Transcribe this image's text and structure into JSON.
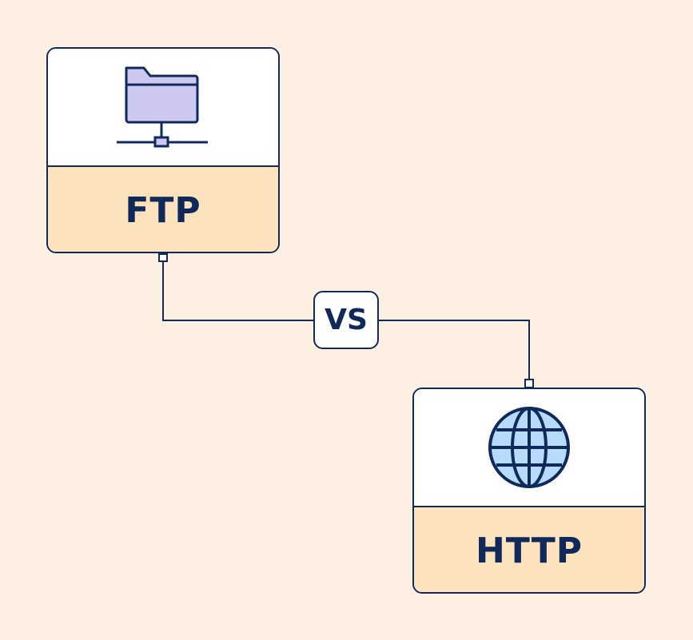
{
  "diagram": {
    "left_node": {
      "label": "FTP",
      "icon": "network-folder-icon"
    },
    "right_node": {
      "label": "HTTP",
      "icon": "globe-icon"
    },
    "center_badge": {
      "label": "VS"
    }
  },
  "colors": {
    "background": "#fdf0e3",
    "stroke": "#0f2a5a",
    "card_top": "#ffffff",
    "card_bottom": "#fde3bd",
    "folder_fill": "#cdc8f0",
    "globe_fill": "#b7dbfb"
  }
}
